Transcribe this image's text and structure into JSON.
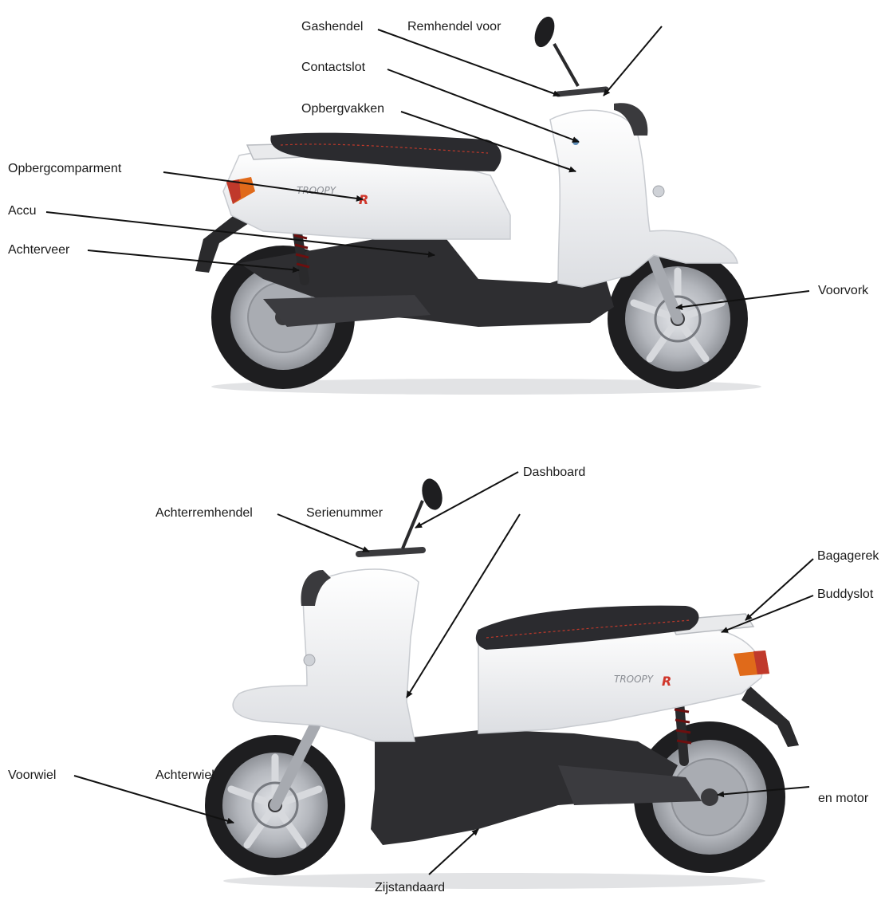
{
  "labels": {
    "gashendel": "Gashendel",
    "remhendel_voor": "Remhendel voor",
    "contactslot": "Contactslot",
    "opbergvakken": "Opbergvakken",
    "opbergcomparment": "Opbergcomparment",
    "accu": "Accu",
    "achterveer": "Achterveer",
    "voorvork": "Voorvork",
    "dashboard": "Dashboard",
    "achterremhendel": "Achterremhendel",
    "serienummer": "Serienummer",
    "bagagerek": "Bagagerek",
    "buddyslot": "Buddyslot",
    "voorwiel": "Voorwiel",
    "achterwiel": "Achterwiel",
    "en_motor": "en motor",
    "zijstandaard": "Zijstandaard"
  },
  "colors": {
    "body": "#f2f3f5",
    "seat": "#2b2b2f",
    "tire": "#1e1e20",
    "rim": "#b9bcc2",
    "stitch": "#c0392b",
    "light": "#e06a1a",
    "leader": "#111111"
  }
}
